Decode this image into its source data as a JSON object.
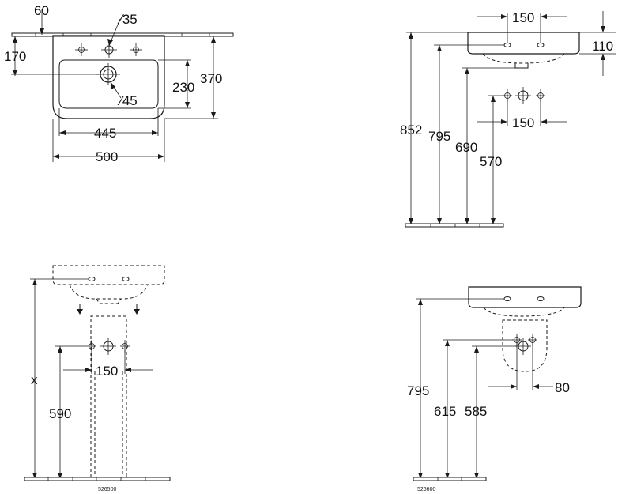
{
  "views": {
    "top": {
      "dims": {
        "offset_60": "60",
        "hole_dia_35": "∕35",
        "depth_170": "170",
        "inner_230": "230",
        "depth_370": "370",
        "waste_dia_45": "∕45",
        "inner_445": "445",
        "width_500": "500"
      }
    },
    "side": {
      "dims": {
        "top_150": "150",
        "rim_110": "110",
        "h_852": "852",
        "h_795": "795",
        "h_690": "690",
        "h_570": "570",
        "supply_150": "150"
      }
    },
    "pedestal": {
      "dims": {
        "x": "x",
        "h_590": "590",
        "supply_150": "150"
      },
      "code": "526500"
    },
    "semi": {
      "dims": {
        "h_795": "795",
        "h_615": "615",
        "h_585": "585",
        "offset_80": "80"
      },
      "code": "526600"
    }
  }
}
